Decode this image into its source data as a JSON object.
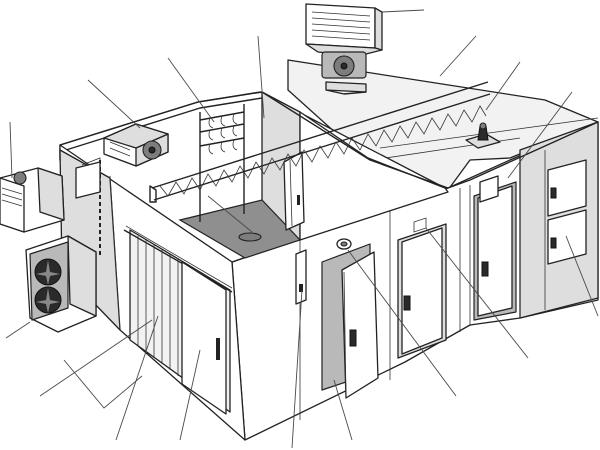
{
  "diagram": {
    "components": [
      "rooftop-evaporator-unit",
      "ceiling-truss",
      "roof-vent",
      "wall-condensing-unit",
      "outdoor-condensing-unit",
      "ceiling-evaporator",
      "meat-rail-hooks",
      "floor-drain",
      "sliding-door",
      "strip-curtain",
      "hinged-door",
      "pressure-relief-valve",
      "control-panel",
      "service-door",
      "double-small-doors"
    ],
    "colors": {
      "line": "#222222",
      "panel": "#ffffff",
      "floor": "#8f8f8f",
      "shade": "#dedede"
    }
  }
}
